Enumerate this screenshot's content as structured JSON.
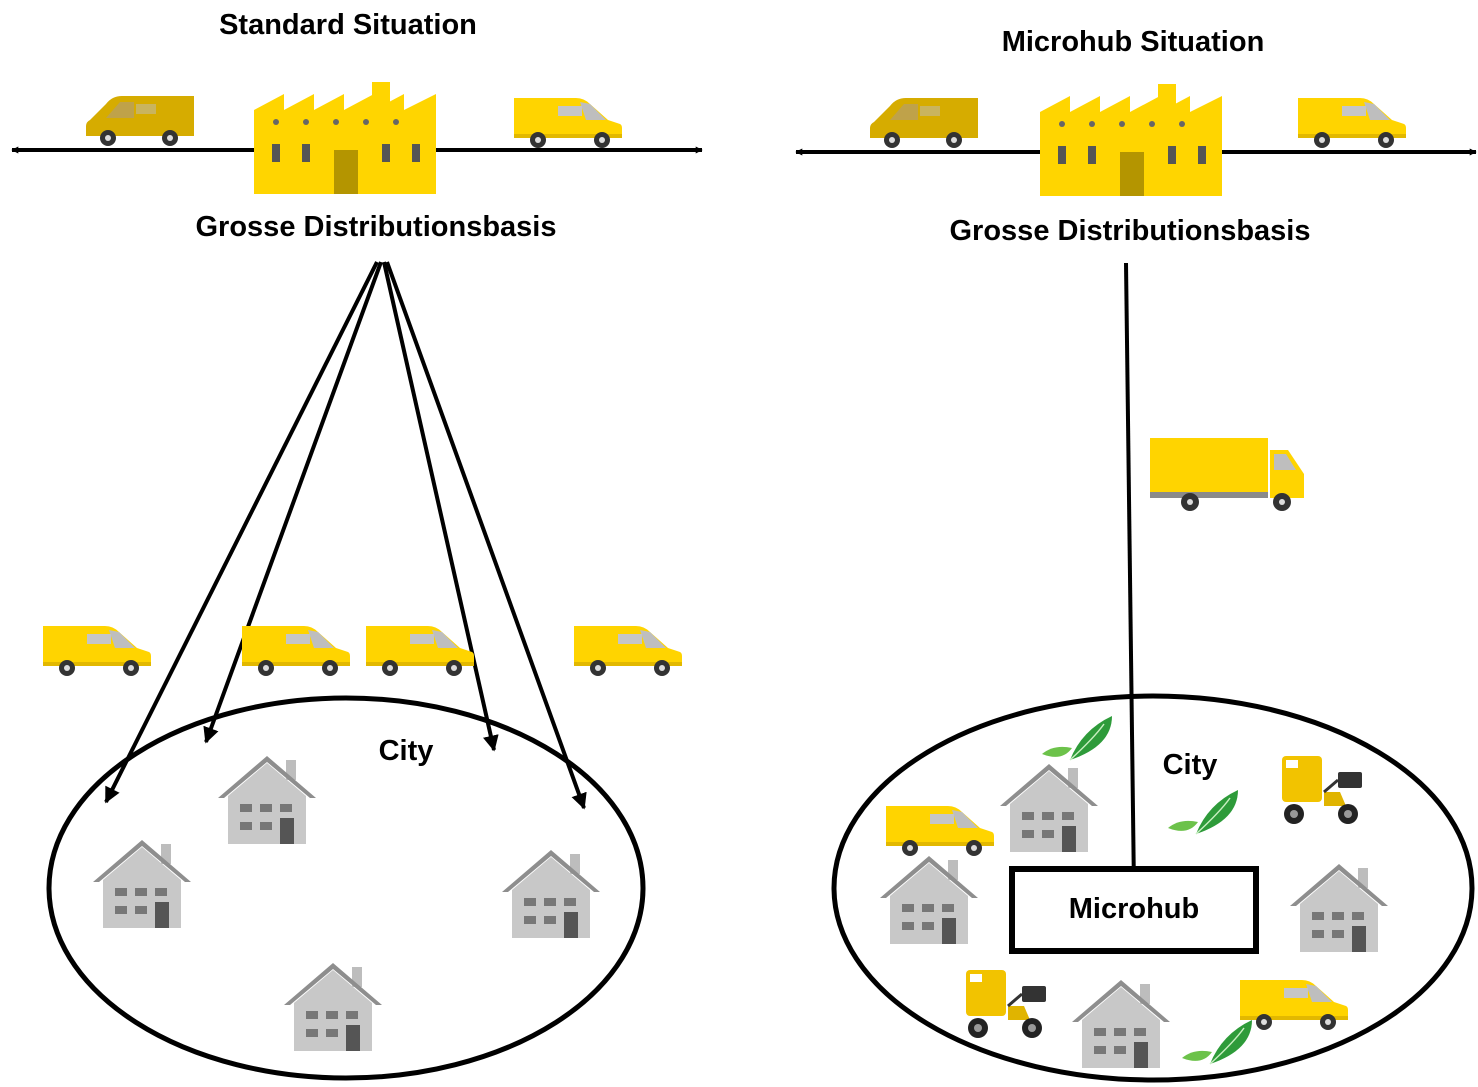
{
  "left_panel": {
    "title": "Standard Situation",
    "hub_label": "Grosse Distributionsbasis",
    "city_label": "City"
  },
  "right_panel": {
    "title": "Microhub Situation",
    "hub_label": "Grosse Distributionsbasis",
    "city_label": "City",
    "microhub_label": "Microhub"
  },
  "colors": {
    "vehicle_yellow": "#FFD400",
    "vehicle_dark_yellow": "#D6AC00",
    "factory_yellow": "#FFD500",
    "house_gray": "#C8C8C8",
    "leaf_green": "#3DAA3A",
    "line_black": "#000000"
  },
  "icons": [
    "factory-icon",
    "van-icon",
    "truck-icon",
    "house-icon",
    "leaf-icon",
    "cargo-trike-icon"
  ]
}
